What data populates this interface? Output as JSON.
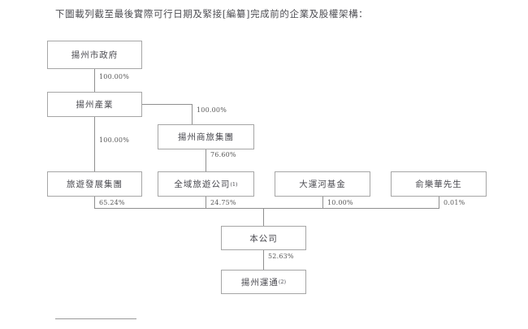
{
  "document": {
    "caption": "下圖載列截至最後實際可行日期及緊接[編纂]完成前的企業及股權架構："
  },
  "chart_data": {
    "type": "diagram",
    "title": "企業及股權架構",
    "nodes": [
      {
        "id": "yangzhou-municipal-government",
        "label": "揚州市政府",
        "superscript": ""
      },
      {
        "id": "yangzhou-industry",
        "label": "揚州產業",
        "superscript": ""
      },
      {
        "id": "yangzhou-commerce-travel-group",
        "label": "揚州商旅集團",
        "superscript": ""
      },
      {
        "id": "tourism-development-group",
        "label": "旅遊發展集團",
        "superscript": ""
      },
      {
        "id": "quanyu-tourism-company",
        "label": "全域旅遊公司",
        "superscript": "(1)"
      },
      {
        "id": "grand-canal-fund",
        "label": "大運河基金",
        "superscript": ""
      },
      {
        "id": "mr-yu-lehua",
        "label": "俞樂華先生",
        "superscript": ""
      },
      {
        "id": "our-company",
        "label": "本公司",
        "superscript": ""
      },
      {
        "id": "yangzhou-yuntong",
        "label": "揚州運通",
        "superscript": "(2)"
      }
    ],
    "edges": [
      {
        "from": "yangzhou-municipal-government",
        "to": "yangzhou-industry",
        "percent": "100.00%"
      },
      {
        "from": "yangzhou-industry",
        "to": "yangzhou-commerce-travel-group",
        "percent": "100.00%"
      },
      {
        "from": "yangzhou-industry",
        "to": "tourism-development-group",
        "percent": "100.00%"
      },
      {
        "from": "yangzhou-commerce-travel-group",
        "to": "quanyu-tourism-company",
        "percent": "76.60%"
      },
      {
        "from": "tourism-development-group",
        "to": "our-company",
        "percent": "65.24%"
      },
      {
        "from": "quanyu-tourism-company",
        "to": "our-company",
        "percent": "24.75%"
      },
      {
        "from": "grand-canal-fund",
        "to": "our-company",
        "percent": "10.00%"
      },
      {
        "from": "mr-yu-lehua",
        "to": "our-company",
        "percent": "0.01%"
      },
      {
        "from": "our-company",
        "to": "yangzhou-yuntong",
        "percent": "52.63%"
      }
    ],
    "colors": {
      "box_border": "#a6a6a6",
      "connector": "#8f8f8f",
      "text": "#4a4a50",
      "background": "#ffffff"
    }
  }
}
